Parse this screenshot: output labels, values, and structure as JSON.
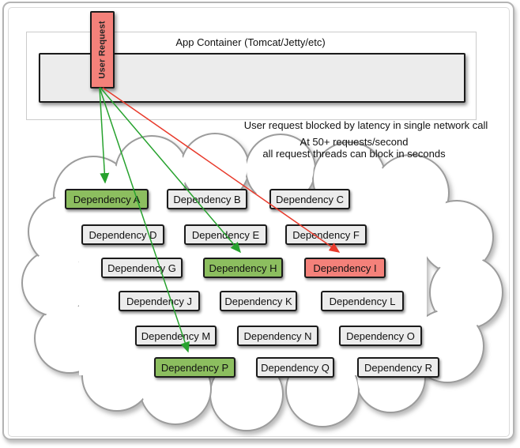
{
  "app_container": {
    "label": "App Container (Tomcat/Jetty/etc)"
  },
  "user_request": {
    "label": "User Request"
  },
  "annotations": {
    "line1": "User request blocked by latency in single network call",
    "line2": "At 50+ requests/second",
    "line3": "all request threads can block in seconds"
  },
  "colors": {
    "blocked": "#f4817a",
    "ok": "#8cbe5f",
    "neutral": "#ececec",
    "arrow_green": "#27a22e",
    "arrow_red": "#e83a2b",
    "cloud_stroke": "#9c9c9c"
  },
  "cloud": {
    "dependencies": [
      {
        "label": "Dependency A",
        "variant": "ok"
      },
      {
        "label": "Dependency B",
        "variant": "neutral"
      },
      {
        "label": "Dependency C",
        "variant": "neutral"
      },
      {
        "label": "Dependency D",
        "variant": "neutral"
      },
      {
        "label": "Dependency E",
        "variant": "neutral"
      },
      {
        "label": "Dependency F",
        "variant": "neutral"
      },
      {
        "label": "Dependency G",
        "variant": "neutral"
      },
      {
        "label": "Dependency H",
        "variant": "ok"
      },
      {
        "label": "Dependency I",
        "variant": "blocked"
      },
      {
        "label": "Dependency J",
        "variant": "neutral"
      },
      {
        "label": "Dependency K",
        "variant": "neutral"
      },
      {
        "label": "Dependency L",
        "variant": "neutral"
      },
      {
        "label": "Dependency M",
        "variant": "neutral"
      },
      {
        "label": "Dependency N",
        "variant": "neutral"
      },
      {
        "label": "Dependency O",
        "variant": "neutral"
      },
      {
        "label": "Dependency P",
        "variant": "ok"
      },
      {
        "label": "Dependency Q",
        "variant": "neutral"
      },
      {
        "label": "Dependency R",
        "variant": "neutral"
      }
    ]
  }
}
